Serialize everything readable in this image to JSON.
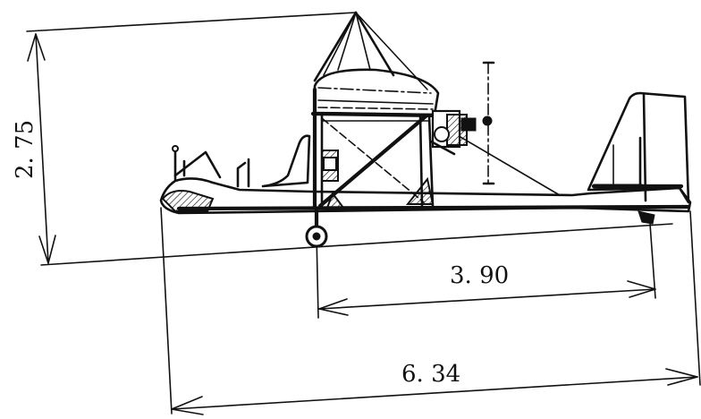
{
  "dimensions": {
    "height_label": "2. 75",
    "wheelbase_label": "3. 90",
    "length_label": "6. 34"
  }
}
